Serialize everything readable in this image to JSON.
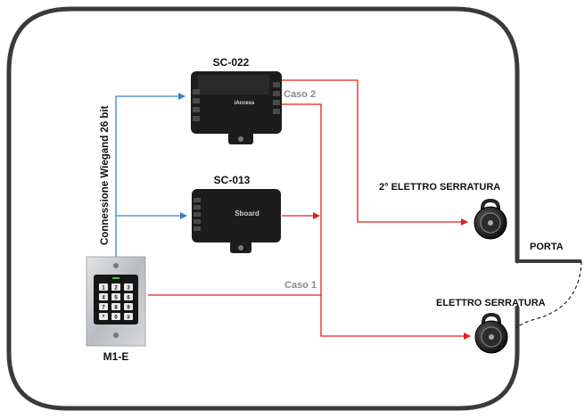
{
  "labels": {
    "sc022": "SC-022",
    "sc013": "SC-013",
    "m1e": "M1-E",
    "wiegand": "Connessione Wiegand 26 bit",
    "caso2": "Caso 2",
    "caso1": "Caso 1",
    "lock2": "2° ELETTRO SERRATURA",
    "lock1": "ELETTRO SERRATURA",
    "porta": "PORTA"
  },
  "device_text": {
    "sc022_brand": "iAccess",
    "sc013_brand": "Sboard"
  },
  "keypad": {
    "keys": [
      "1",
      "2",
      "3",
      "4",
      "5",
      "6",
      "7",
      "8",
      "9",
      "*",
      "0",
      "#"
    ]
  },
  "colors": {
    "wall": "#3a3a3a",
    "wiegand_line": "#3a7fd0",
    "power_line": "#e02020",
    "label_gray": "#8a8a8a",
    "device_body": "#1c1c1c",
    "keypad_plate": "#c8cbce"
  },
  "icons": {
    "lock2": "padlock-icon",
    "lock1": "padlock-icon"
  }
}
